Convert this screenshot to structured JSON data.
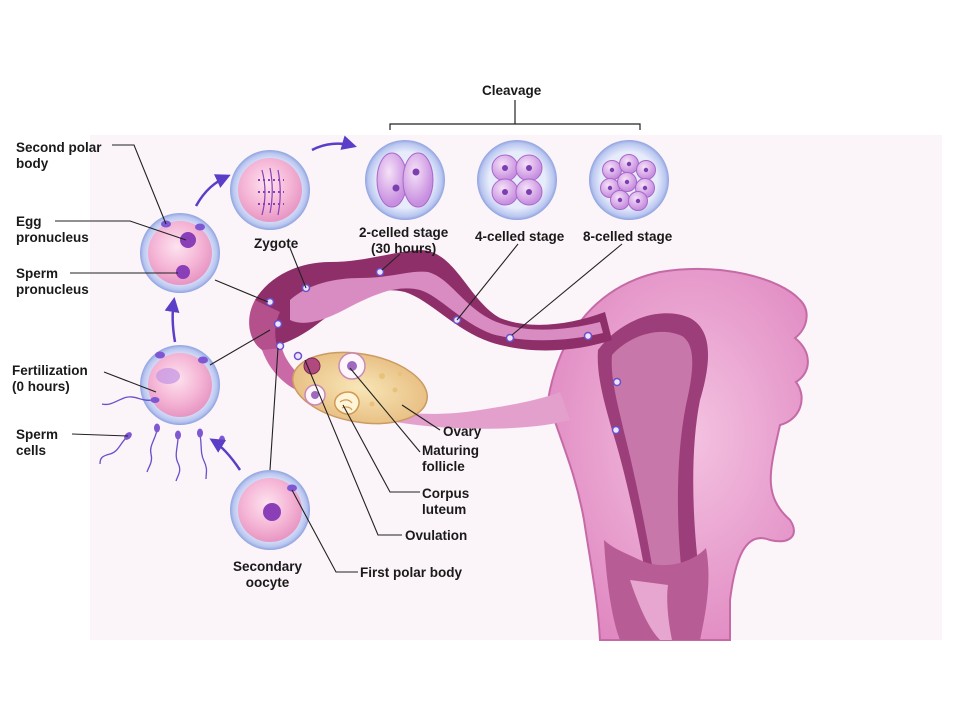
{
  "labels": {
    "cleavage": "Cleavage",
    "second_polar_body": "Second polar\nbody",
    "egg_pronucleus": "Egg\npronucleus",
    "sperm_pronucleus": "Sperm\npronucleus",
    "fertilization": "Fertilization\n(0 hours)",
    "sperm_cells": "Sperm\ncells",
    "zygote": "Zygote",
    "two_celled": "2-celled stage\n(30 hours)",
    "four_celled": "4-celled stage",
    "eight_celled": "8-celled stage",
    "ovary": "Ovary",
    "maturing_follicle": "Maturing\nfollicle",
    "corpus_luteum": "Corpus\nluteum",
    "ovulation": "Ovulation",
    "secondary_oocyte": "Secondary\noocyte",
    "first_polar_body": "First polar body"
  },
  "colors": {
    "uterus": "#e9a0cf",
    "uterus_dark": "#8e2f6a",
    "tube_lining": "#d98cc2",
    "cell_halo": "#b9c6f0",
    "cell_body": "#f7c3de",
    "nucleus": "#8a3fb8",
    "arrow": "#5a3ec8",
    "ovary": "#f1d59a"
  }
}
